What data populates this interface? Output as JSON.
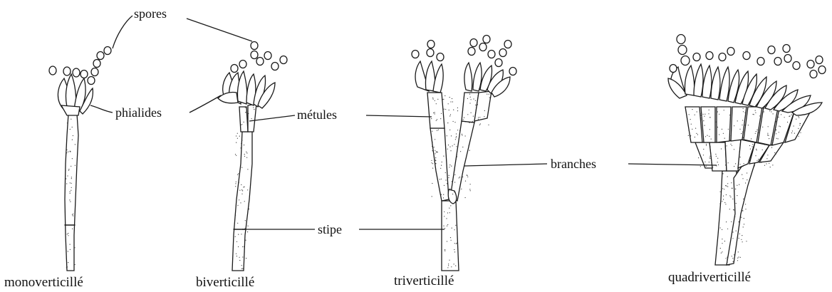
{
  "labels": {
    "spores": "spores",
    "phialides": "phialides",
    "metules": "métules",
    "branches": "branches",
    "stipe": "stipe"
  },
  "captions": {
    "mono": "monoverticillé",
    "bi": "biverticillé",
    "tri": "triverticillé",
    "quadri": "quadriverticillé"
  }
}
